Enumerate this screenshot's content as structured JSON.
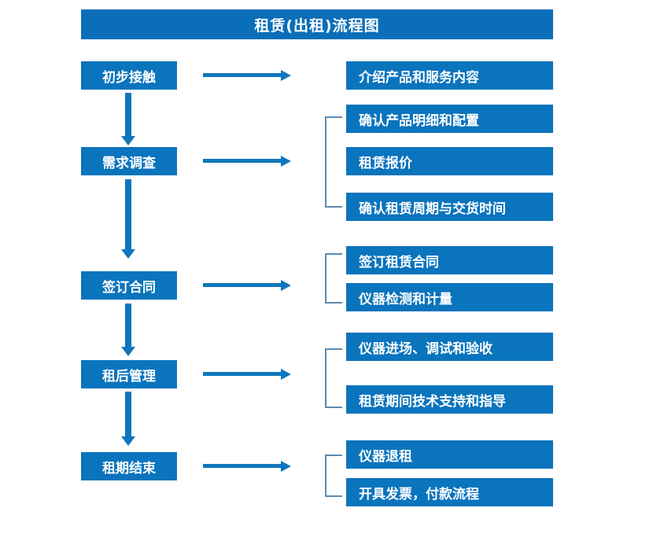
{
  "header": {
    "title": "租赁(出租)流程图"
  },
  "colors": {
    "box_blue": "#0a74bd",
    "title_blue": "#0a6fb8",
    "arrow_blue": "#0f76bd",
    "bracket_blue": "#5b8ab0",
    "text_white": "#ffffff",
    "background": "#ffffff"
  },
  "stages": [
    {
      "label": "初步接触",
      "details": [
        "介绍产品和服务内容"
      ],
      "has_bracket": false
    },
    {
      "label": "需求调查",
      "details": [
        "确认产品明细和配置",
        "租赁报价",
        "确认租赁周期与交货时间"
      ],
      "has_bracket": true
    },
    {
      "label": "签订合同",
      "details": [
        "签订租赁合同",
        "仪器检测和计量"
      ],
      "has_bracket": true
    },
    {
      "label": "租后管理",
      "details": [
        "仪器进场、调试和验收",
        "租赁期间技术支持和指导"
      ],
      "has_bracket": true
    },
    {
      "label": "租期结束",
      "details": [
        "仪器退租",
        "开具发票，付款流程"
      ],
      "has_bracket": true
    }
  ],
  "connectors": {
    "vertical_arrow_count": 4,
    "horizontal_arrow_count": 5,
    "vertical_icon": "down-arrow-icon",
    "horizontal_icon": "right-arrow-icon",
    "bracket_icon": "square-bracket-icon"
  }
}
